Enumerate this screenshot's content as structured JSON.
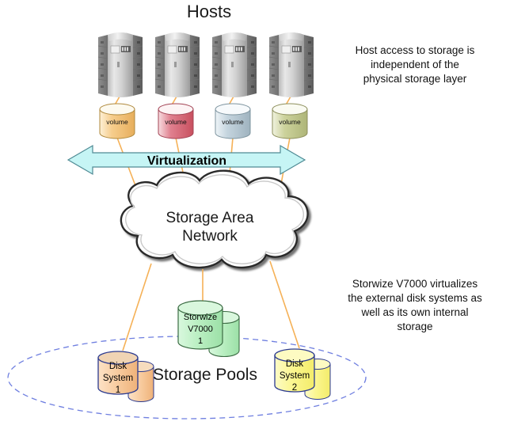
{
  "diagram": {
    "title_top": "Hosts",
    "virtualization_label": "Virtualization",
    "cloud_label_line1": "Storage Area",
    "cloud_label_line2": "Network",
    "pools_label": "Storage Pools",
    "note_right_top": {
      "line1": "Host access to storage is",
      "line2": "independent of the",
      "line3": "physical storage layer"
    },
    "note_right_bottom": {
      "line1": "Storwize V7000 virtualizes",
      "line2": "the external disk systems as",
      "line3": "well as its own internal",
      "line4": "storage"
    },
    "hosts": [
      {
        "id": "host-1",
        "icon": "server-tower-icon"
      },
      {
        "id": "host-2",
        "icon": "server-tower-icon"
      },
      {
        "id": "host-3",
        "icon": "server-tower-icon"
      },
      {
        "id": "host-4",
        "icon": "server-tower-icon"
      }
    ],
    "volumes": [
      {
        "id": "volume-1",
        "label": "volume",
        "color": "#f3c377",
        "edge": "#b08a3e",
        "top": "#fdf6e6"
      },
      {
        "id": "volume-2",
        "label": "volume",
        "color": "#db6b7d",
        "edge": "#a34455",
        "top": "#fbeef0"
      },
      {
        "id": "volume-3",
        "label": "volume",
        "color": "#b8cbd6",
        "edge": "#7e949f",
        "top": "#f1f6f8"
      },
      {
        "id": "volume-4",
        "label": "volume",
        "color": "#c5cb8e",
        "edge": "#8d8f5c",
        "top": "#f4f6e8"
      }
    ],
    "storage_devices": [
      {
        "id": "disk-system-1",
        "line1": "Disk",
        "line2": "System",
        "line3": "1",
        "fill": "#f7c89a",
        "edge": "#2b3a8f",
        "top": "#f6dcbe"
      },
      {
        "id": "storwize-v7000-1",
        "line1": "Storwize",
        "line2": "V7000",
        "line3": "1",
        "fill": "#b8efc0",
        "edge": "#3b6b43",
        "top": "#d9f7dd"
      },
      {
        "id": "disk-system-2",
        "line1": "Disk",
        "line2": "System",
        "line3": "2",
        "fill": "#fbf58c",
        "edge": "#2b3a8f",
        "top": "#fdfbc2"
      }
    ],
    "colors": {
      "arrow_fill": "#c6f5f5",
      "arrow_edge": "#4f8a94",
      "connector": "#f5b157",
      "pool_ellipse": "#6f7fe0",
      "cloud_fill": "#ffffff",
      "cloud_edge": "#2b2b2b"
    }
  }
}
